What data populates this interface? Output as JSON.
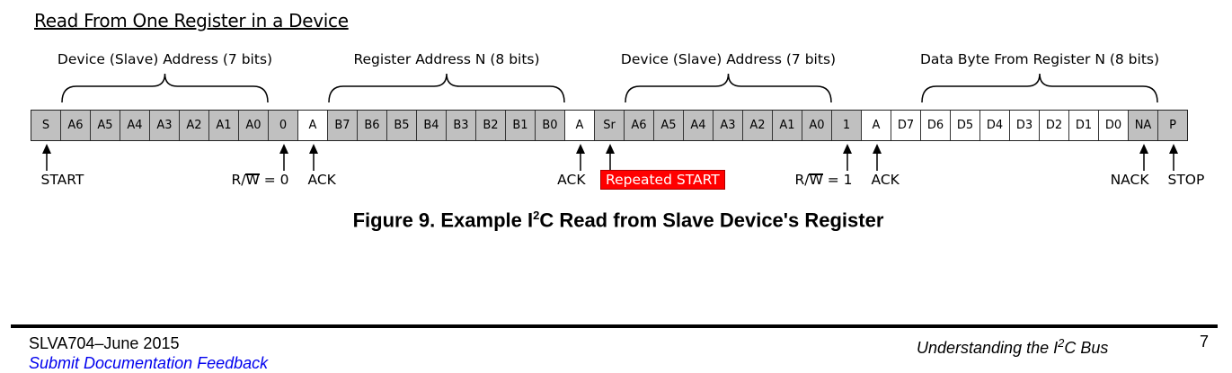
{
  "title": "Read From One Register in a Device",
  "groups": [
    {
      "label": "Device (Slave) Address (7 bits)",
      "from": 1,
      "to": 7
    },
    {
      "label": "Register Address N (8 bits)",
      "from": 10,
      "to": 17
    },
    {
      "label": "Device (Slave) Address (7 bits)",
      "from": 20,
      "to": 26
    },
    {
      "label": "Data Byte From Register N (8 bits)",
      "from": 30,
      "to": 37
    }
  ],
  "cells": [
    {
      "t": "S",
      "c": "gray"
    },
    {
      "t": "A6",
      "c": "gray"
    },
    {
      "t": "A5",
      "c": "gray"
    },
    {
      "t": "A4",
      "c": "gray"
    },
    {
      "t": "A3",
      "c": "gray"
    },
    {
      "t": "A2",
      "c": "gray"
    },
    {
      "t": "A1",
      "c": "gray"
    },
    {
      "t": "A0",
      "c": "gray"
    },
    {
      "t": "0",
      "c": "gray"
    },
    {
      "t": "A",
      "c": "white"
    },
    {
      "t": "B7",
      "c": "gray"
    },
    {
      "t": "B6",
      "c": "gray"
    },
    {
      "t": "B5",
      "c": "gray"
    },
    {
      "t": "B4",
      "c": "gray"
    },
    {
      "t": "B3",
      "c": "gray"
    },
    {
      "t": "B2",
      "c": "gray"
    },
    {
      "t": "B1",
      "c": "gray"
    },
    {
      "t": "B0",
      "c": "gray"
    },
    {
      "t": "A",
      "c": "white"
    },
    {
      "t": "Sr",
      "c": "gray"
    },
    {
      "t": "A6",
      "c": "gray"
    },
    {
      "t": "A5",
      "c": "gray"
    },
    {
      "t": "A4",
      "c": "gray"
    },
    {
      "t": "A3",
      "c": "gray"
    },
    {
      "t": "A2",
      "c": "gray"
    },
    {
      "t": "A1",
      "c": "gray"
    },
    {
      "t": "A0",
      "c": "gray"
    },
    {
      "t": "1",
      "c": "gray"
    },
    {
      "t": "A",
      "c": "white"
    },
    {
      "t": "D7",
      "c": "white"
    },
    {
      "t": "D6",
      "c": "white"
    },
    {
      "t": "D5",
      "c": "white"
    },
    {
      "t": "D4",
      "c": "white"
    },
    {
      "t": "D3",
      "c": "white"
    },
    {
      "t": "D2",
      "c": "white"
    },
    {
      "t": "D1",
      "c": "white"
    },
    {
      "t": "D0",
      "c": "white"
    },
    {
      "t": "NA",
      "c": "gray"
    },
    {
      "t": "P",
      "c": "gray"
    }
  ],
  "markers": [
    {
      "cell": 0,
      "label": "START",
      "align": "left"
    },
    {
      "cell": 8,
      "label": "R/W = 0",
      "align": "right",
      "rw": true,
      "pre": "R/",
      "over": "W",
      "post": " = 0"
    },
    {
      "cell": 9,
      "label": "ACK",
      "align": "left"
    },
    {
      "cell": 18,
      "label": "ACK",
      "align": "right"
    },
    {
      "cell": 19,
      "label": "Repeated START",
      "align": "badge"
    },
    {
      "cell": 27,
      "label": "R/W = 1",
      "align": "right",
      "rw": true,
      "pre": "R/",
      "over": "W",
      "post": " = 1"
    },
    {
      "cell": 28,
      "label": "ACK",
      "align": "left"
    },
    {
      "cell": 37,
      "label": "NACK",
      "align": "right"
    },
    {
      "cell": 38,
      "label": "STOP",
      "align": "left"
    }
  ],
  "caption": {
    "pre": "Figure 9. Example I",
    "sup": "2",
    "post": "C Read from Slave Device's Register"
  },
  "footer": {
    "doc_id": "SLVA704–June 2015",
    "title_pre": "Understanding the I",
    "title_sup": "2",
    "title_post": "C Bus",
    "page": "7",
    "feedback": "Submit Documentation Feedback"
  },
  "colors": {
    "gray": "#c0c0c0",
    "badge": "#ff0000"
  }
}
